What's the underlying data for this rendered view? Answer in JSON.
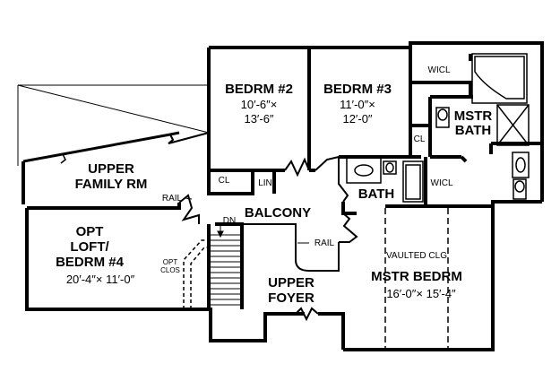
{
  "plan": {
    "rooms": {
      "bedrm2": {
        "name": "BEDRM #2",
        "dim1": "10′-6″×",
        "dim2": "13′-6″"
      },
      "bedrm3": {
        "name": "BEDRM #3",
        "dim1": "11′-0″×",
        "dim2": "12′-0″"
      },
      "mstr_bath": {
        "line1": "MSTR",
        "line2": "BATH"
      },
      "upper_family": {
        "line1": "UPPER",
        "line2": "FAMILY RM"
      },
      "opt_loft": {
        "line1": "OPT",
        "line2": "LOFT/",
        "line3": "BEDRM #4",
        "dim": "20′-4″× 11′-0″"
      },
      "balcony": "BALCONY",
      "bath": "BATH",
      "upper_foyer": {
        "line1": "UPPER",
        "line2": "FOYER"
      },
      "mstr_bedrm": {
        "note": "VAULTED CLG",
        "name": "MSTR BEDRM",
        "dim": "16′-0″× 15′-4″"
      }
    },
    "labels": {
      "wicl_top": "WICL",
      "wicl_mid": "WICL",
      "cl_b2": "CL",
      "cl_b3": "CL",
      "lin": "LIN",
      "rail_left": "RAIL",
      "rail_right": "RAIL",
      "dn": "DN",
      "opt_clos_1": "OPT",
      "opt_clos_2": "CLOS"
    }
  }
}
